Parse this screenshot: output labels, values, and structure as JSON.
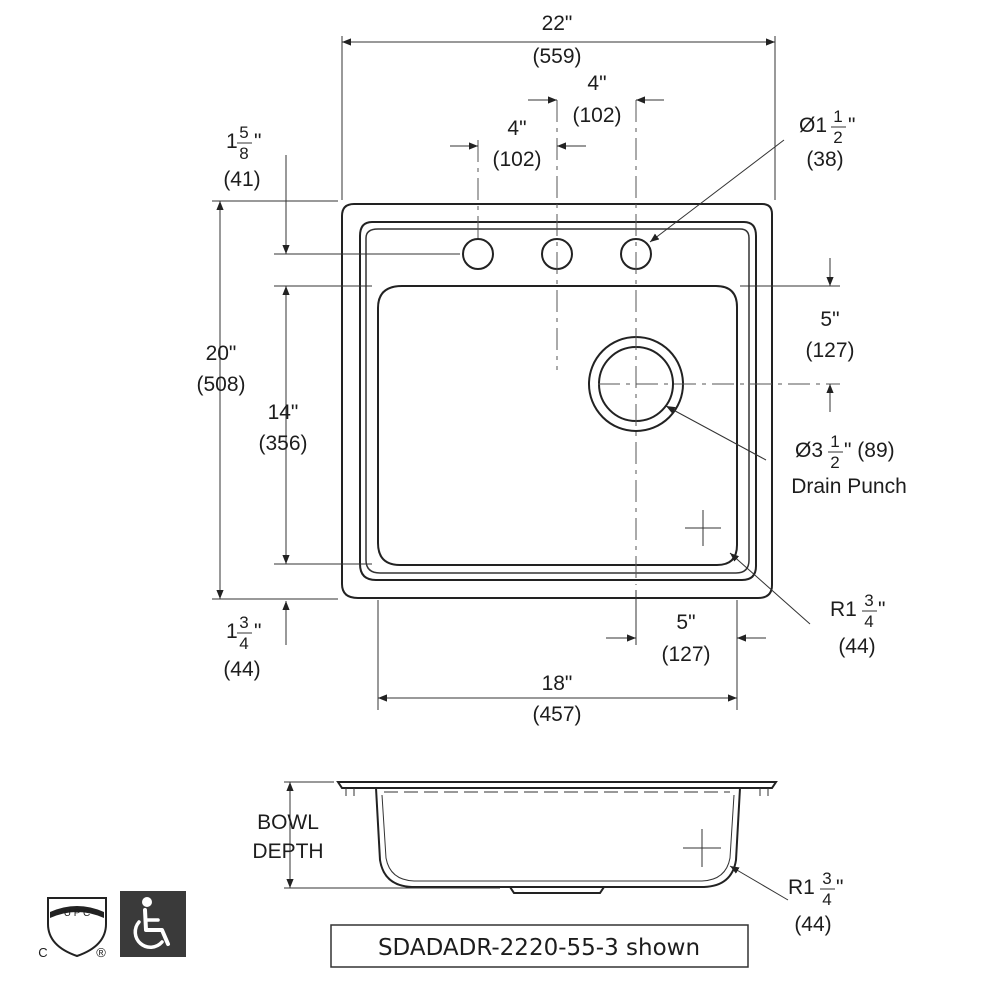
{
  "dimensions": {
    "overall_width": {
      "imperial": "22\"",
      "metric": "(559)"
    },
    "hole_spacing_right": {
      "imperial": "4\"",
      "metric": "(102)"
    },
    "hole_spacing_left": {
      "imperial": "4\"",
      "metric": "(102)"
    },
    "faucet_hole_diameter": {
      "prefix": "Ø1",
      "num": "1",
      "den": "2",
      "suffix": "\"",
      "metric": "(38)"
    },
    "deck_to_hole": {
      "prefix": "1",
      "num": "5",
      "den": "8",
      "suffix": "\"",
      "metric": "(41)"
    },
    "overall_length": {
      "imperial": "20\"",
      "metric": "(508)"
    },
    "bowl_length": {
      "imperial": "14\"",
      "metric": "(356)"
    },
    "drain_offset_top": {
      "imperial": "5\"",
      "metric": "(127)"
    },
    "drain_diameter": {
      "prefix": "Ø3",
      "num": "1",
      "den": "2",
      "suffix": "\" (89)",
      "label": "Drain Punch"
    },
    "corner_radius_top": {
      "prefix": "R1",
      "num": "3",
      "den": "4",
      "suffix": "\"",
      "metric": "(44)"
    },
    "rim_bottom": {
      "prefix": "1",
      "num": "3",
      "den": "4",
      "suffix": "\"",
      "metric": "(44)"
    },
    "drain_offset_side": {
      "imperial": "5\"",
      "metric": "(127)"
    },
    "bowl_width": {
      "imperial": "18\"",
      "metric": "(457)"
    },
    "bowl_depth": {
      "line1": "BOWL",
      "line2": "DEPTH"
    },
    "corner_radius_side": {
      "prefix": "R1",
      "num": "3",
      "den": "4",
      "suffix": "\"",
      "metric": "(44)"
    }
  },
  "certification": {
    "upc_letters": "U P C",
    "c_mark": "C",
    "r_mark": "®"
  },
  "model_caption": "SDADADR-2220-55-3 shown",
  "icons": {
    "certification": "upc-shield-icon",
    "accessibility": "wheelchair-icon"
  },
  "colors": {
    "line": "#222222",
    "accessibility_bg": "#3a3a3a"
  }
}
